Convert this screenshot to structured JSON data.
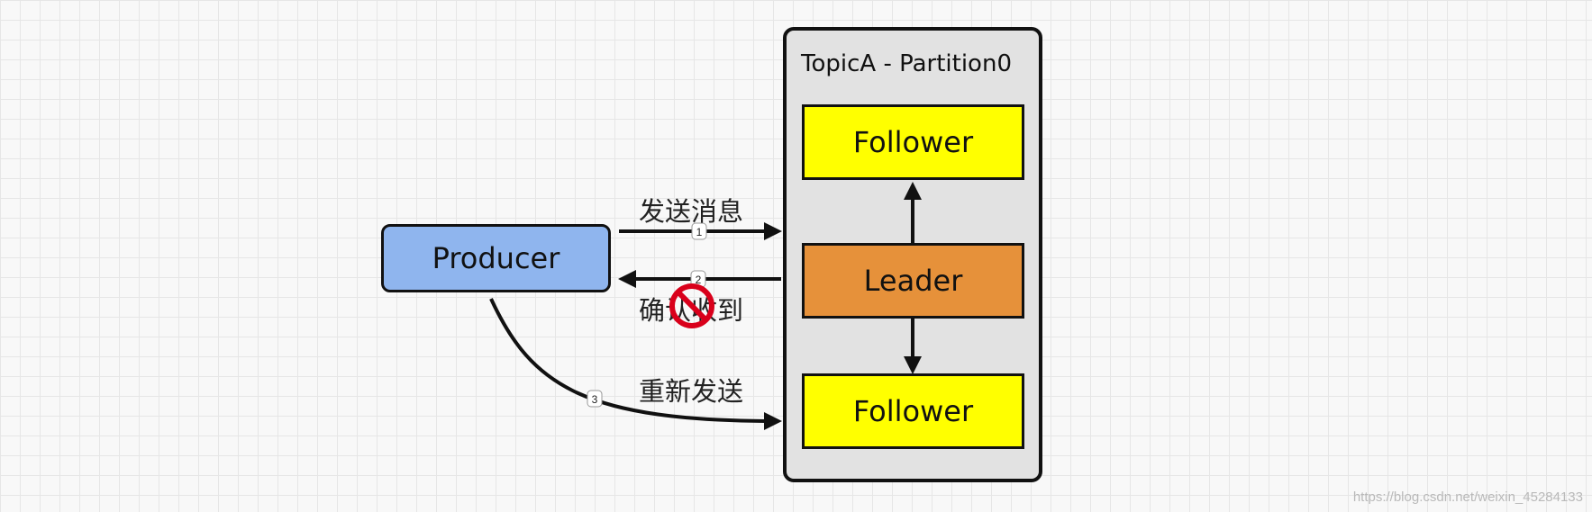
{
  "partition": {
    "title": "TopicA - Partition0"
  },
  "nodes": {
    "producer": "Producer",
    "follower_top": "Follower",
    "leader": "Leader",
    "follower_bottom": "Follower"
  },
  "edges": {
    "send": {
      "label": "发送消息",
      "step": "1"
    },
    "ack": {
      "label": "确认收到",
      "step": "2"
    },
    "resend": {
      "label": "重新发送",
      "step": "3"
    }
  },
  "colors": {
    "follower": "#ffff00",
    "leader": "#e6913a",
    "producer": "#8fb5ee",
    "partition": "#e2e2e2",
    "forbidden": "#d9001b"
  },
  "icons": {
    "ack_blocked": "no-entry-icon"
  },
  "watermark": "https://blog.csdn.net/weixin_45284133"
}
